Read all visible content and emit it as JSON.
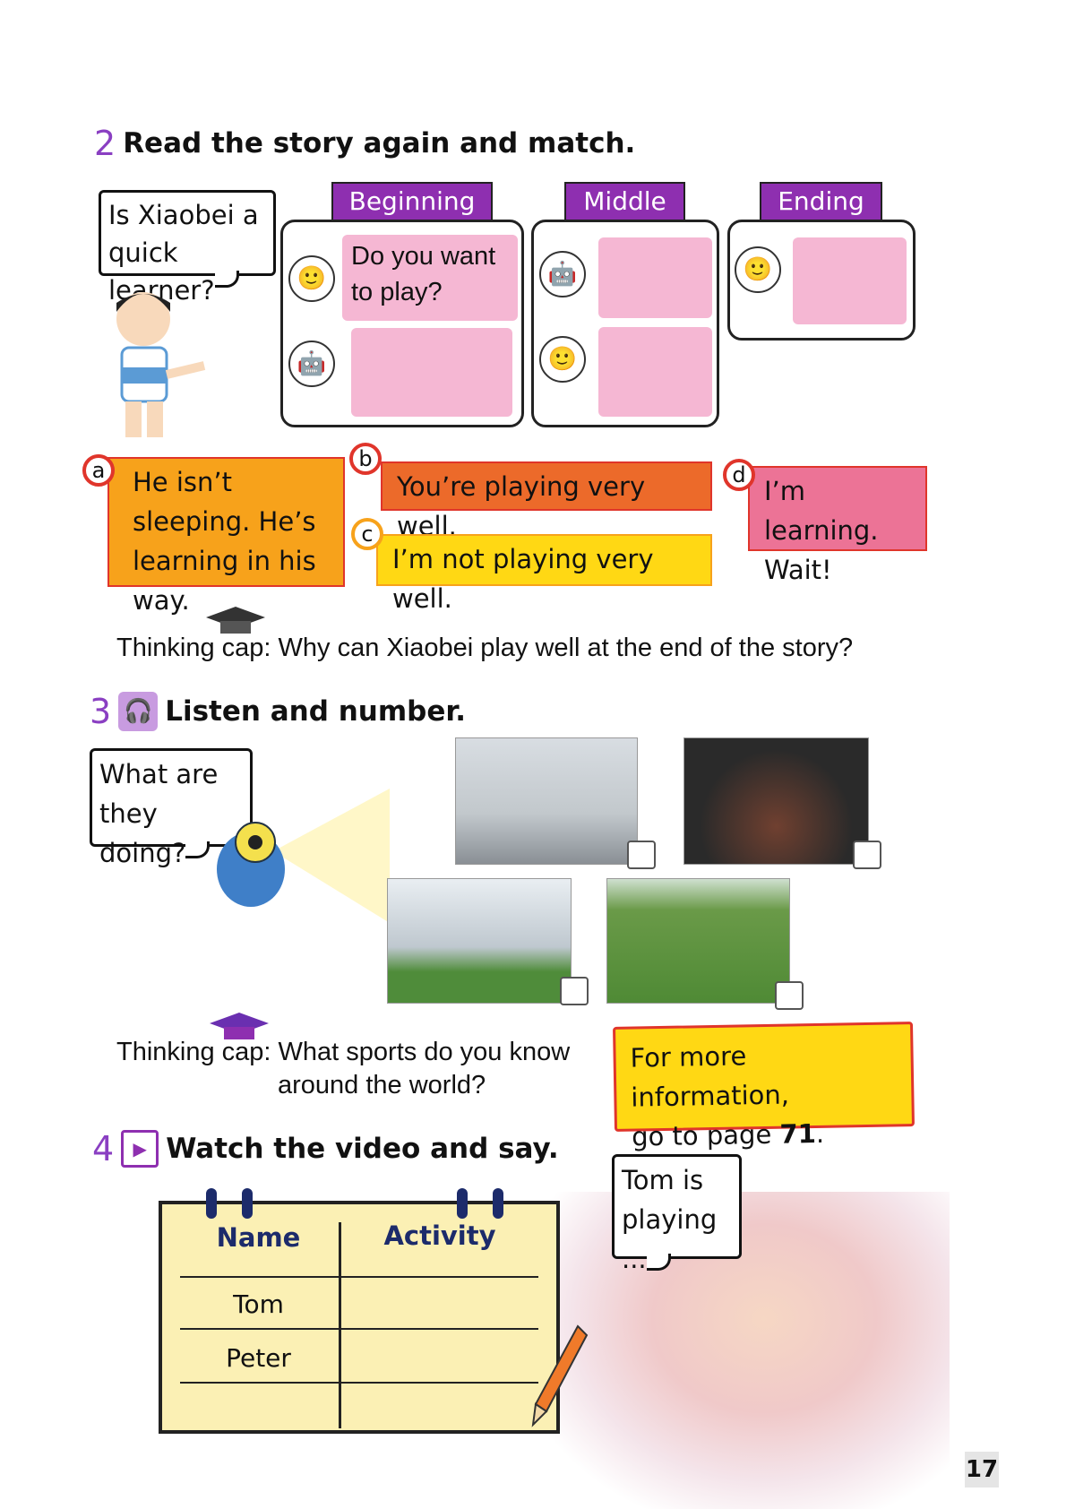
{
  "section2": {
    "number": "2",
    "title": "Read the story again and match.",
    "bubble": "Is Xiaobei a quick learner?",
    "columns": [
      {
        "label": "Beginning",
        "line1": "Do you want to play?"
      },
      {
        "label": "Middle"
      },
      {
        "label": "Ending"
      }
    ],
    "options": [
      {
        "letter": "a",
        "text": "He isn’t sleeping. He’s learning in his way."
      },
      {
        "letter": "b",
        "text": "You’re playing very well."
      },
      {
        "letter": "c",
        "text": "I’m not playing very well."
      },
      {
        "letter": "d",
        "text": "I’m learning. Wait!"
      }
    ],
    "thinking": "Thinking cap: Why can Xiaobei play well at the end of the story?"
  },
  "section3": {
    "number": "3",
    "title": "Listen and number.",
    "bubble": "What are they doing?",
    "thinking_line1": "Thinking cap: What sports do you know",
    "thinking_line2": "around the world?",
    "info_line1": "For more information,",
    "info_line2": "go to page ",
    "info_page": "71",
    "info_end": "."
  },
  "section4": {
    "number": "4",
    "title": "Watch the video and say.",
    "bubble": "Tom is playing ...",
    "table": {
      "headers": [
        "Name",
        "Activity"
      ],
      "rows": [
        [
          "Tom",
          ""
        ],
        [
          "Peter",
          ""
        ],
        [
          "",
          ""
        ]
      ]
    }
  },
  "page_number": "17",
  "colors": {
    "purple": "#8e2fb0",
    "pink": "#f5b7d3",
    "orange": "#f7a21b",
    "red": "#ec6a2a",
    "yellow": "#ffd814",
    "rose": "#ec7396"
  }
}
